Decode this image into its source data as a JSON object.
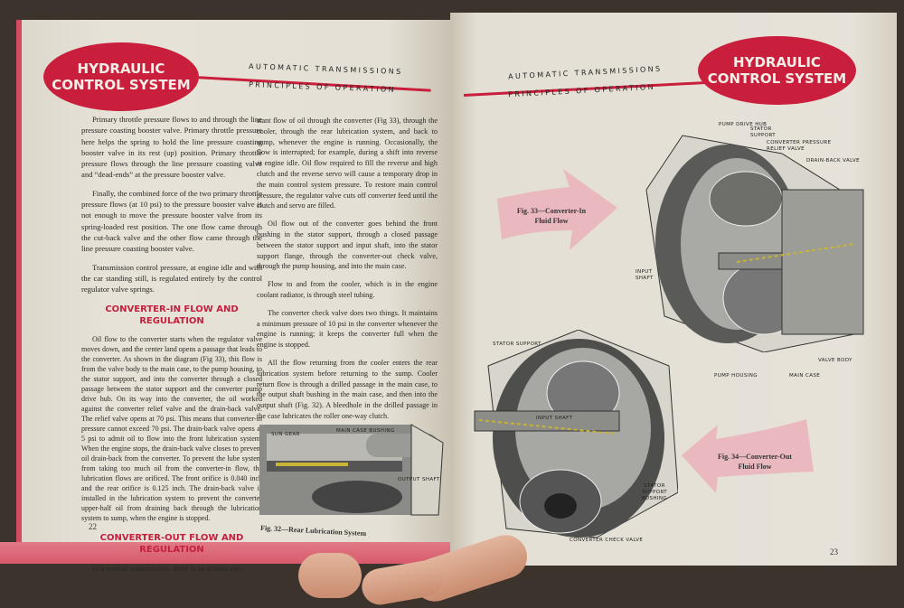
{
  "left_page": {
    "badge": [
      "HYDRAULIC",
      "CONTROL SYSTEM"
    ],
    "header_line1": "AUTOMATIC TRANSMISSIONS",
    "header_line2": "PRINCIPLES OF OPERATION",
    "col1_paragraphs": [
      "Primary throttle pressure flows to and through the line pressure coasting booster valve. Primary throttle pressure here helps the spring to hold the line pressure coasting booster valve in its rest (up) position. Primary throttle pressure flows through the line pressure coasting valve and “dead-ends” at the pressure booster valve.",
      "Finally, the combined force of the two primary throttle pressure flows (at 10 psi) to the pressure booster valve is not enough to move the pressure booster valve from its spring-loaded rest position. The one flow came through the cut-back valve and the other flow came through the line pressure coasting booster valve.",
      "Transmission control pressure, at engine idle and with the car standing still, is regulated entirely by the control regulator valve springs."
    ],
    "heading1": "CONVERTER-IN FLOW AND REGULATION",
    "col1_paragraph4": "Oil flow to the converter starts when the regulator valve moves down, and the center land opens a passage that leads to the converter. As shown in the diagram (Fig 33), this flow is from the valve body to the main case, to the pump housing, to the stator support, and into the converter through a closed passage between the stator support and the converter pump drive hub. On its way into the converter, the oil worked against the converter relief valve and the drain-back valve. The relief valve opens at 70 psi. This means that converter-in pressure cannot exceed 70 psi. The drain-back valve opens at 5 psi to admit oil to flow into the front lubrication system. When the engine stops, the drain-back valve closes to prevent oil drain-back from the converter. To prevent the lube system from taking too much oil from the converter-in flow, the lubrication flows are orificed. The front orifice is 0.040 inch and the rear orifice is 0.125 inch. The drain-back valve is installed in the lubrication system to prevent the converter upper-half oil from draining back through the lubrication system to sump, when the engine is stopped.",
    "heading2": "CONVERTER-OUT FLOW AND REGULATION",
    "col1_paragraph5": "In a normal transmission, there is an almost con-",
    "col2_paragraphs": [
      "stant flow of oil through the converter (Fig 33), through the cooler, through the rear lubrication system, and back to sump, whenever the engine is running. Occasionally, the flow is interrupted; for example, during a shift into reverse at engine idle. Oil flow required to fill the reverse and high clutch and the reverse servo will cause a temporary drop in the main control system pressure. To restore main control pressure, the regulator valve cuts off converter feed until the clutch and servo are filled.",
      "Oil flow out of the converter goes behind the front bushing in the stator support, through a closed passage between the stator support and input shaft, into the stator support flange, through the converter-out check valve, through the pump housing, and into the main case.",
      "Flow to and from the cooler, which is in the engine coolant radiator, is through steel tubing.",
      "The converter check valve does two things. It maintains a minimum pressure of 10 psi in the converter whenever the engine is running; it keeps the converter full when the engine is stopped.",
      "All the flow returning from the cooler enters the rear lubrication system before returning to the sump. Cooler return flow is through a drilled passage in the main case, to the output shaft bushing in the main case, and then into the output shaft (Fig. 32). A bleedhole in the drilled passage in the case lubricates the roller one-way clutch."
    ],
    "fig32_labels": {
      "sun_gear": "SUN GEAR",
      "main_case_bushing": "MAIN CASE BUSHING",
      "output_shaft": "OUTPUT SHAFT"
    },
    "fig32_caption": "Fig. 32—Rear Lubrication System",
    "page_number": "22"
  },
  "right_page": {
    "badge": [
      "HYDRAULIC",
      "CONTROL SYSTEM"
    ],
    "header_line1": "AUTOMATIC TRANSMISSIONS",
    "header_line2": "PRINCIPLES OF OPERATION",
    "fig33_caption": [
      "Fig. 33—Converter-In",
      "Fluid Flow"
    ],
    "fig33_labels": {
      "pump_drive_hub": "PUMP DRIVE HUB",
      "stator_support": "STATOR SUPPORT",
      "relief_valve": "CONVERTER PRESSURE RELIEF VALVE",
      "drain_back": "DRAIN-BACK VALVE",
      "input_shaft": "INPUT SHAFT",
      "pump_housing": "PUMP HOUSING",
      "main_case": "MAIN CASE",
      "valve_body": "VALVE BODY"
    },
    "fig34_caption": [
      "Fig. 34—Converter-Out",
      "Fluid Flow"
    ],
    "fig34_labels": {
      "input_shaft": "INPUT SHAFT",
      "stator_support": "STATOR SUPPORT",
      "stator_support_bushing": "STATOR SUPPORT BUSHING",
      "check_valve": "CONVERTER CHECK VALVE"
    },
    "page_number": "23"
  },
  "colors": {
    "accent_red": "#c91f3c",
    "arrow_pink": "#eab9c0",
    "paper": "#e3dfd4"
  }
}
